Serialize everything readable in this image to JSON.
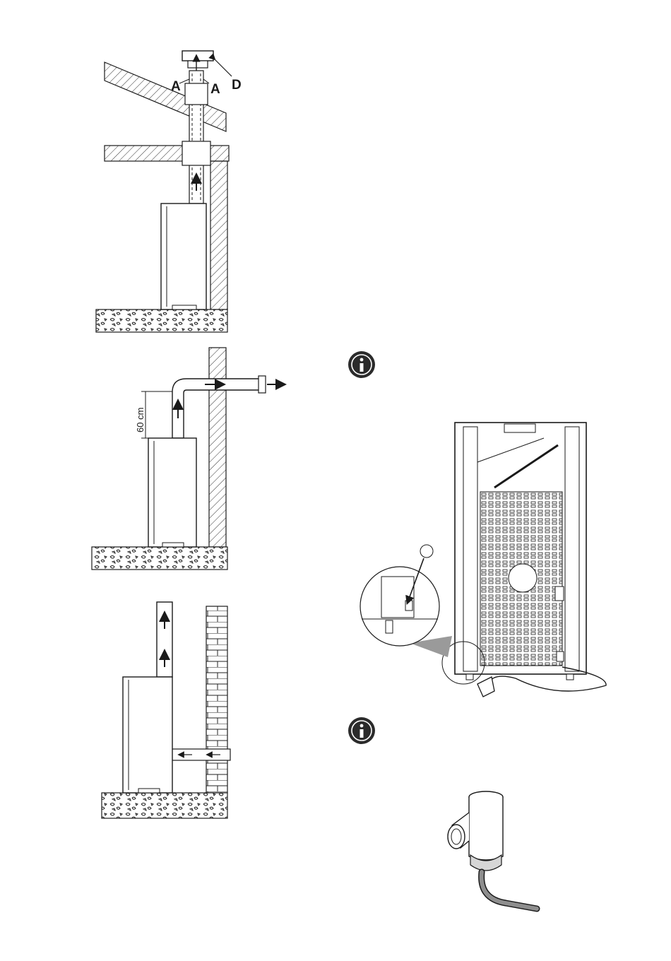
{
  "figure1": {
    "label_a_left": "A",
    "label_a_right": "A",
    "label_d": "D"
  },
  "figure2": {
    "dimension_label": "60 cm"
  },
  "icons": {
    "info_badge_1": "info-icon",
    "info_badge_2": "info-icon"
  },
  "colors": {
    "line": "#1a1a1a",
    "badge": "#2b2b2b",
    "callout_shade": "#9a9a9a"
  }
}
